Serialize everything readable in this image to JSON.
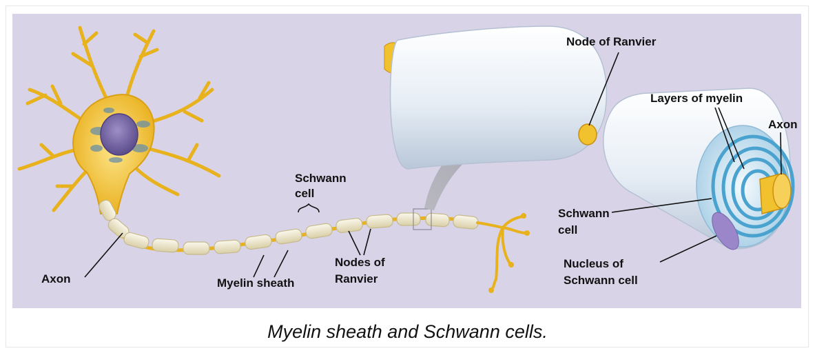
{
  "diagram": {
    "labels": {
      "axon_left": "Axon",
      "myelin_sheath": "Myelin sheath",
      "schwann_cell_top_1": "Schwann",
      "schwann_cell_top_2": "cell",
      "nodes_of_ranvier_1": "Nodes of",
      "nodes_of_ranvier_2": "Ranvier",
      "node_of_ranvier": "Node of Ranvier",
      "layers_of_myelin": "Layers of myelin",
      "axon_right": "Axon",
      "schwann_cell_right_1": "Schwann",
      "schwann_cell_right_2": "cell",
      "nucleus_1": "Nucleus of",
      "nucleus_2": "Schwann cell"
    },
    "colors": {
      "background": "#d9d3e8",
      "neuron": "#f2c12e",
      "sheath": "#f1ecd6",
      "nucleus": "#7b6ca8",
      "tube": "#e7eef6",
      "myelin_rings": "#4aa3cf",
      "arrow": "#a8a8b0"
    }
  },
  "caption": "Myelin sheath and Schwann cells."
}
